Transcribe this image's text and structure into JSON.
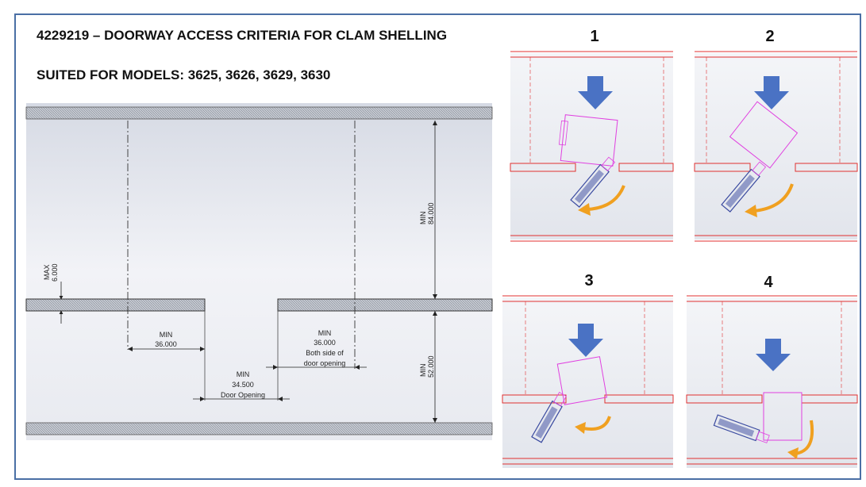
{
  "document": {
    "title": "4229219 – DOORWAY ACCESS CRITERIA FOR CLAM SHELLING",
    "models_line": "SUITED FOR MODELS: 3625, 3626, 3629, 3630"
  },
  "drawing": {
    "wall_thickness": {
      "qualifier": "MAX",
      "value": "6.000"
    },
    "top_height": {
      "qualifier": "MIN",
      "value": "84.000"
    },
    "bottom_height": {
      "qualifier": "MIN",
      "value": "52.000"
    },
    "left_clearance": {
      "qualifier": "MIN",
      "value": "36.000"
    },
    "right_clearance": {
      "qualifier": "MIN",
      "value": "36.000",
      "note_line1": "Both side of",
      "note_line2": "door opening"
    },
    "door_opening": {
      "qualifier": "MIN",
      "value": "34.500",
      "note": "Door Opening"
    }
  },
  "steps": [
    {
      "number": "1"
    },
    {
      "number": "2"
    },
    {
      "number": "3"
    },
    {
      "number": "4"
    }
  ],
  "colors": {
    "frame_border": "#4a6fa5",
    "wall_hatch": "#9aa0aa",
    "blue_arrow": "#4a72c4",
    "orange_arrow": "#f0a020",
    "magenta_outline": "#e040e0",
    "red_lines": "#e03030",
    "chair_blue": "#3a4aa0"
  }
}
